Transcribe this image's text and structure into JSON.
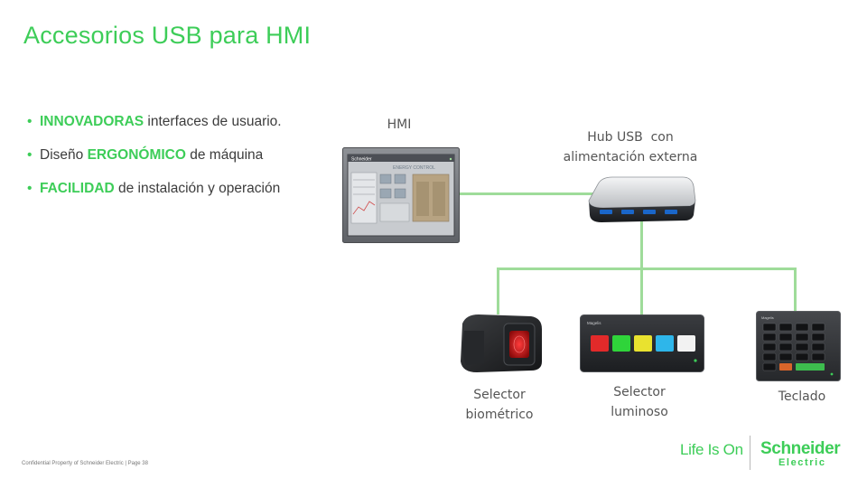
{
  "slide": {
    "title": "Accesorios USB para HMI",
    "bullets": [
      {
        "emphasis": "INNOVADORAS",
        "rest": " interfaces de usuario."
      },
      {
        "prefix": "Diseño ",
        "emphasis": "ERGONÓMICO",
        "rest": " de máquina"
      },
      {
        "emphasis": "FACILIDAD",
        "rest": " de instalación y operación"
      }
    ]
  },
  "diagram": {
    "hmi_label": "HMI",
    "hub_label_line1": "Hub USB  con",
    "hub_label_line2": "alimentación externa",
    "biometric_line1": "Selector",
    "biometric_line2": "biométrico",
    "luminous_line1": "Selector",
    "luminous_line2": "luminoso",
    "keypad_label": "Teclado",
    "screen_brand": "Schneider",
    "screen_header": "ENERGY CONTROL",
    "device_brand": "Magelis",
    "connector_color": "#9fdc9a"
  },
  "footer": {
    "text": "Confidential  Property of Schneider  Electric | Page 38"
  },
  "brand": {
    "tagline": "Life Is On",
    "name_line1": "Schneider",
    "name_line2": "Electric",
    "color": "#3dcd58"
  }
}
